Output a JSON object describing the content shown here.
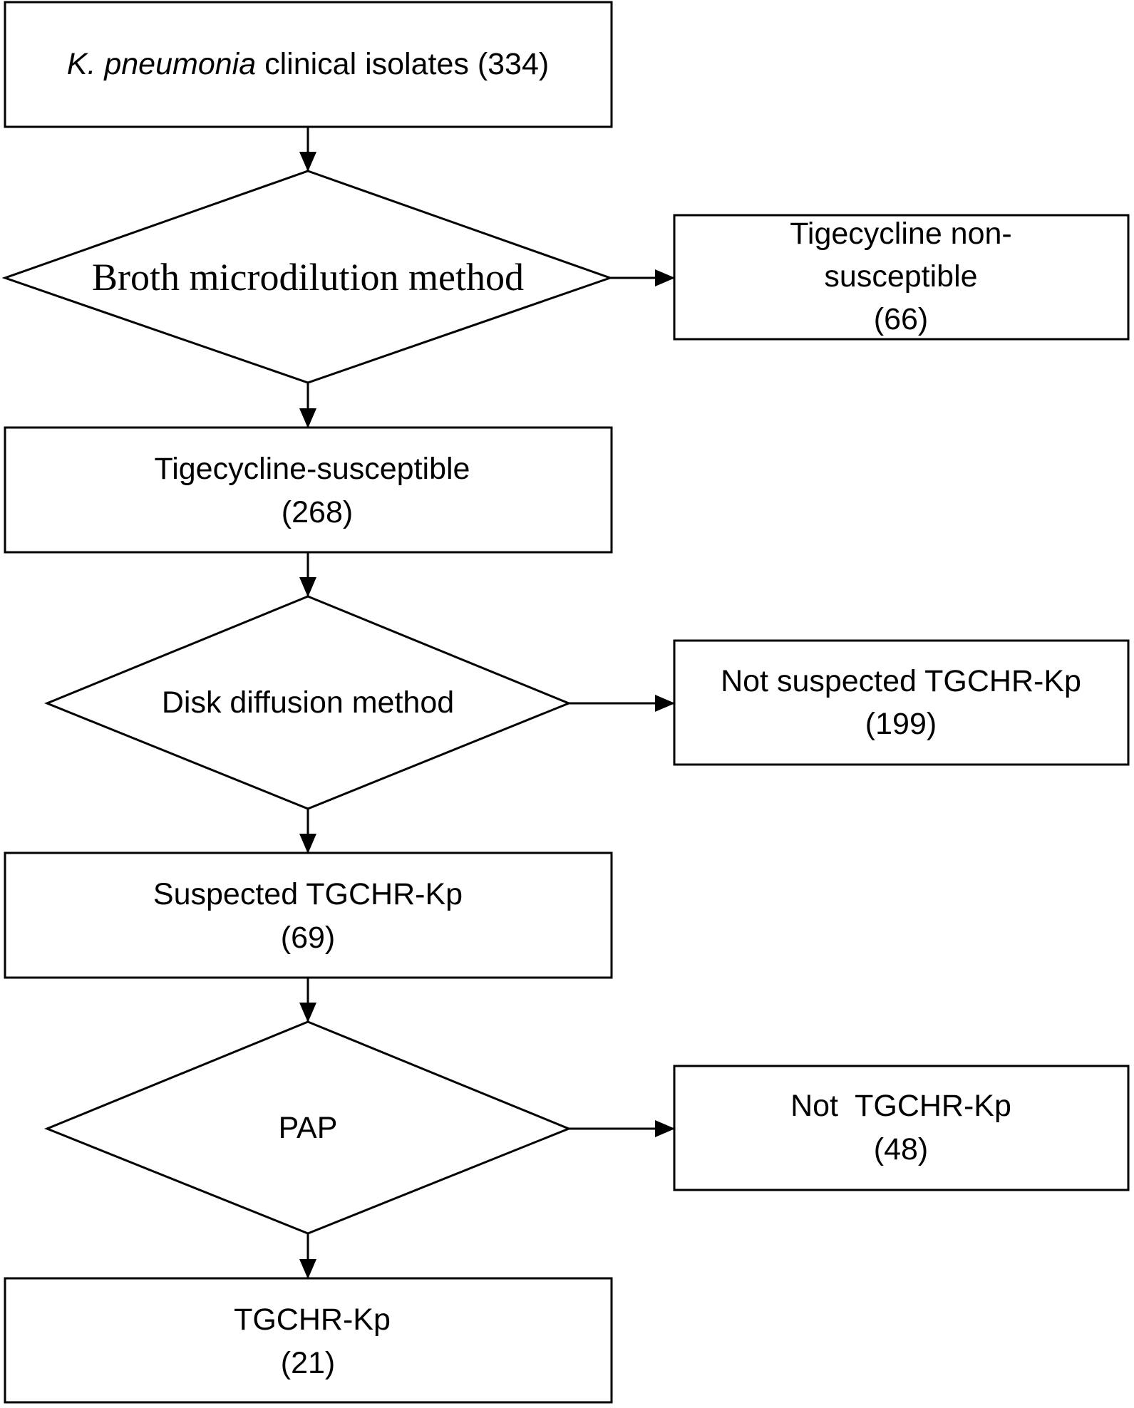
{
  "nodes": {
    "start": {
      "italic": "K. pneumonia",
      "text": " clinical isolates (334)"
    },
    "broth": {
      "text": "Broth microdilution method"
    },
    "nonsusc": {
      "line1": "Tigecycline non-",
      "line2": "susceptible",
      "line3": "(66)"
    },
    "susc": {
      "line1": "Tigecycline-susceptible",
      "line2": "(268)"
    },
    "disk": {
      "text": "Disk diffusion method"
    },
    "notsusp": {
      "line1": "Not suspected TGCHR-Kp",
      "line2": "(199)"
    },
    "susp": {
      "line1": "Suspected TGCHR-Kp",
      "line2": "(69)"
    },
    "pap": {
      "text": "PAP"
    },
    "nottg": {
      "line1": "Not  TGCHR-Kp",
      "line2": "(48)"
    },
    "tg": {
      "line1": "TGCHR-Kp",
      "line2": "(21)"
    }
  },
  "colors": {
    "stroke": "#000000",
    "fill": "#ffffff"
  }
}
